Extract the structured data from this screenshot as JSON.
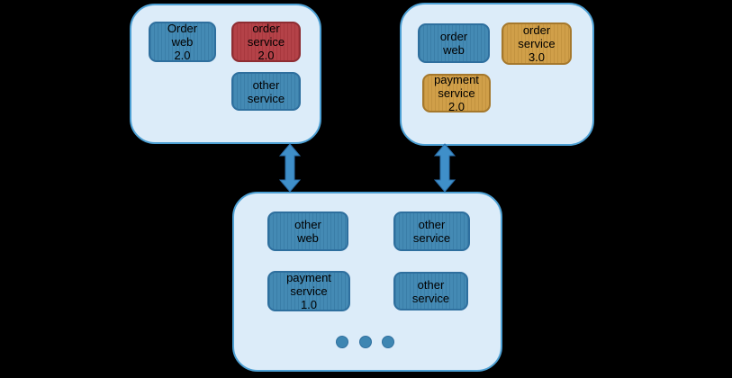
{
  "palette": {
    "background": "#000000",
    "container_fill": "#dcecf9",
    "container_border": "#4da0d4",
    "blue_fill": "#3e86b2",
    "blue_border": "#2e6f9e",
    "red_fill": "#b23c42",
    "red_border": "#8e2d33",
    "gold_fill": "#cf9c43",
    "gold_border": "#a5782c",
    "arrow_fill": "#3f8fc9",
    "arrow_stroke": "#2a6da8",
    "text": "#000000"
  },
  "groups": {
    "a": {
      "nodes": {
        "order_web": {
          "label": "Order\nweb\n2.0",
          "color": "blue"
        },
        "order_service": {
          "label": "order\nservice\n2.0",
          "color": "red"
        },
        "other_service": {
          "label": "other\nservice",
          "color": "blue"
        }
      }
    },
    "b": {
      "nodes": {
        "order_web": {
          "label": "order\nweb",
          "color": "blue"
        },
        "order_service": {
          "label": "order\nservice\n3.0",
          "color": "gold"
        },
        "payment_service": {
          "label": "payment\nservice\n2.0",
          "color": "gold"
        }
      }
    },
    "c": {
      "nodes": {
        "other_web": {
          "label": "other\nweb",
          "color": "blue"
        },
        "other_service_top": {
          "label": "other\nservice",
          "color": "blue"
        },
        "payment_service": {
          "label": "payment\nservice\n1.0",
          "color": "blue"
        },
        "other_service_bottom": {
          "label": "other\nservice",
          "color": "blue"
        }
      }
    }
  }
}
